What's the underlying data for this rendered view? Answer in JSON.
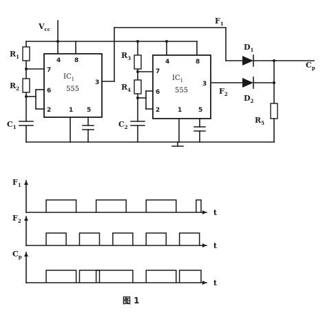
{
  "circuit": {
    "supply": {
      "main": "V",
      "sub": "cc"
    },
    "ic1": {
      "name": "IC",
      "sub": "1",
      "part": "555",
      "pins": {
        "p4": "4",
        "p8": "8",
        "p7": "7",
        "p6": "6",
        "p2": "2",
        "p1": "1",
        "p5": "5",
        "p3": "3"
      }
    },
    "ic2": {
      "name": "IC",
      "sub": "1",
      "part": "555",
      "pins": {
        "p4": "4",
        "p8": "8",
        "p7": "7",
        "p6": "6",
        "p2": "2",
        "p1": "1",
        "p5": "5",
        "p3": "3"
      }
    },
    "components": {
      "r1": {
        "main": "R",
        "sub": "1"
      },
      "r2": {
        "main": "R",
        "sub": "2"
      },
      "c1": {
        "main": "C",
        "sub": "1"
      },
      "r3": {
        "main": "R",
        "sub": "3"
      },
      "r4": {
        "main": "R",
        "sub": "4"
      },
      "c2": {
        "main": "C",
        "sub": "2"
      },
      "d1": {
        "main": "D",
        "sub": "1"
      },
      "d2": {
        "main": "D",
        "sub": "2"
      },
      "r5": {
        "main": "R",
        "sub": "5"
      }
    },
    "nets": {
      "f1": {
        "main": "F",
        "sub": "1"
      },
      "f2": {
        "main": "F",
        "sub": "2"
      },
      "cp": {
        "main": "C",
        "sub": "p"
      }
    }
  },
  "waveforms": [
    {
      "label": {
        "main": "F",
        "sub": "1"
      },
      "axis": "t",
      "pulses": [
        [
          0.12,
          0.3
        ],
        [
          0.42,
          0.6
        ],
        [
          0.72,
          0.9
        ],
        [
          1.02,
          1.1
        ]
      ]
    },
    {
      "label": {
        "main": "F",
        "sub": "2"
      },
      "axis": "t",
      "pulses": [
        [
          0.12,
          0.24
        ],
        [
          0.32,
          0.44
        ],
        [
          0.52,
          0.64
        ],
        [
          0.72,
          0.84
        ],
        [
          0.92,
          1.04
        ]
      ]
    },
    {
      "label": {
        "main": "C",
        "sub": "p"
      },
      "axis": "t",
      "pulses": [
        [
          0.12,
          0.3
        ],
        [
          0.32,
          0.44
        ],
        [
          0.42,
          0.64
        ],
        [
          0.72,
          0.9
        ],
        [
          0.92,
          1.1
        ]
      ]
    }
  ],
  "caption": "图 1"
}
